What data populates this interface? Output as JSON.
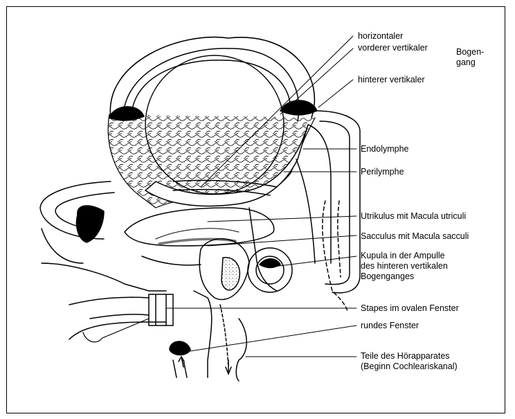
{
  "labels": {
    "horizontaler": "horizontaler",
    "vorderer": "vorderer vertikaler",
    "bogengang_1": "Bogen-",
    "bogengang_2": "gang",
    "hinterer": "hinterer vertikaler",
    "endolymphe": "Endolymphe",
    "perilymphe": "Perilymphe",
    "utrikulus": "Utrikulus mit Macula utriculi",
    "sacculus": "Sacculus mit Macula sacculi",
    "kupula_1": "Kupula in der Ampulle",
    "kupula_2": "des hinteren vertikalen",
    "kupula_3": "Bogenganges",
    "stapes": "Stapes im ovalen Fenster",
    "rundes": "rundes Fenster",
    "teile_1": "Teile des Hörapparates",
    "teile_2": "(Beginn Cochleariskanal)"
  },
  "colors": {
    "ink": "#000000",
    "paper": "#ffffff",
    "stipple": "#6a6a6a"
  }
}
